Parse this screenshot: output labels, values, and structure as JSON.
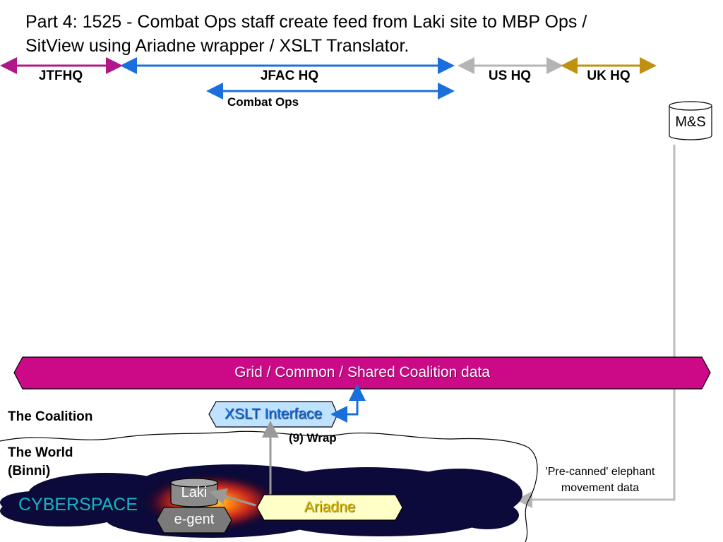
{
  "title": {
    "line1": "Part 4: 1525 - Combat Ops staff create feed from Laki site to MBP Ops /",
    "line2": "SitView using Ariadne wrapper / XSLT Translator."
  },
  "spans": {
    "jtfhq": "JTFHQ",
    "jfac": "JFAC HQ",
    "us": "US HQ",
    "uk": "UK HQ",
    "combat_ops": "Combat Ops"
  },
  "nodes": {
    "ms": "M&S",
    "grid": "Grid / Common / Shared Coalition data",
    "xslt": "XSLT Interface",
    "laki": "Laki",
    "egent": "e-gent",
    "ariadne": "Ariadne",
    "cyberspace": "CYBERSPACE"
  },
  "labels": {
    "wrap": "(9) Wrap",
    "coalition": "The Coalition",
    "world_line1": "The World",
    "world_line2": "(Binni)",
    "precanned_line1": "'Pre-canned' elephant",
    "precanned_line2": "movement data"
  },
  "colors": {
    "jtfhq": "#b0188a",
    "jfac": "#1a6fdc",
    "us": "#b4b4b4",
    "uk": "#c09010",
    "grid_fill": "#cc0a88",
    "xslt_fill": "#bfe2ff",
    "ariadne_fill": "#ffffc8"
  }
}
